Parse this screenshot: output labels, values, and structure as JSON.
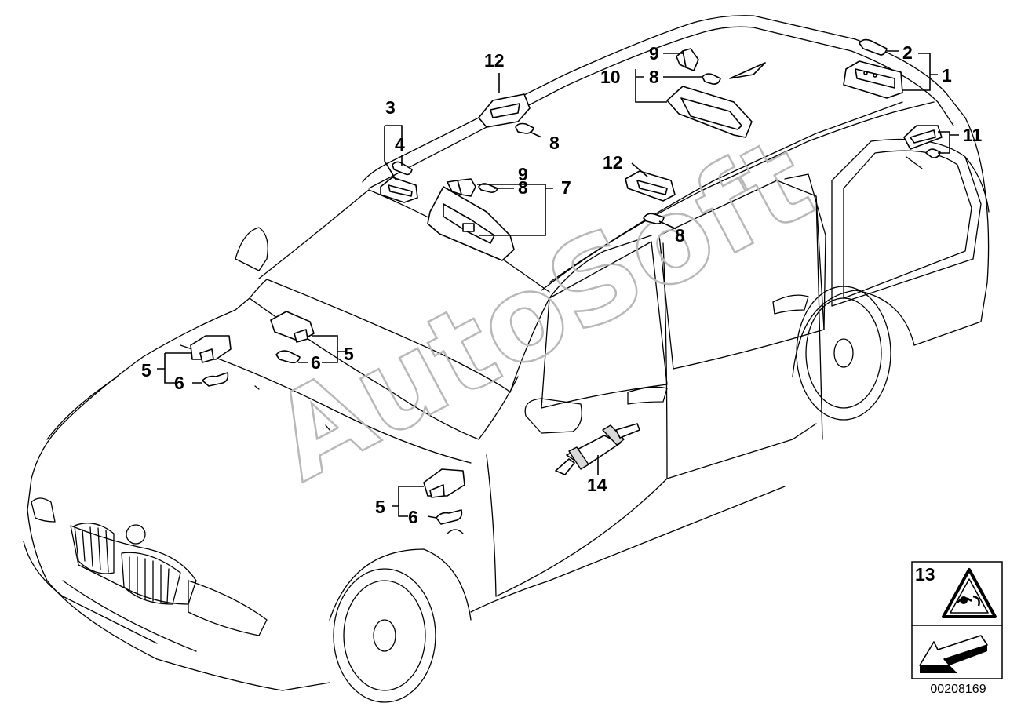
{
  "watermark": "AutoSoft",
  "diagram_id": "00208169",
  "callouts": {
    "c1": "1",
    "c2": "2",
    "c3": "3",
    "c4": "4",
    "c5a": "5",
    "c5b": "5",
    "c5c": "5",
    "c6a": "6",
    "c6b": "6",
    "c6c": "6",
    "c7": "7",
    "c8a": "8",
    "c8b": "8",
    "c8c": "8",
    "c8d": "8",
    "c9a": "9",
    "c9b": "9",
    "c10": "10",
    "c11": "11",
    "c12a": "12",
    "c12b": "12",
    "c13": "13",
    "c14": "14"
  },
  "icons": {
    "info_box": "warning-triangle-icon",
    "arrow_box": "arrow-left-icon"
  }
}
